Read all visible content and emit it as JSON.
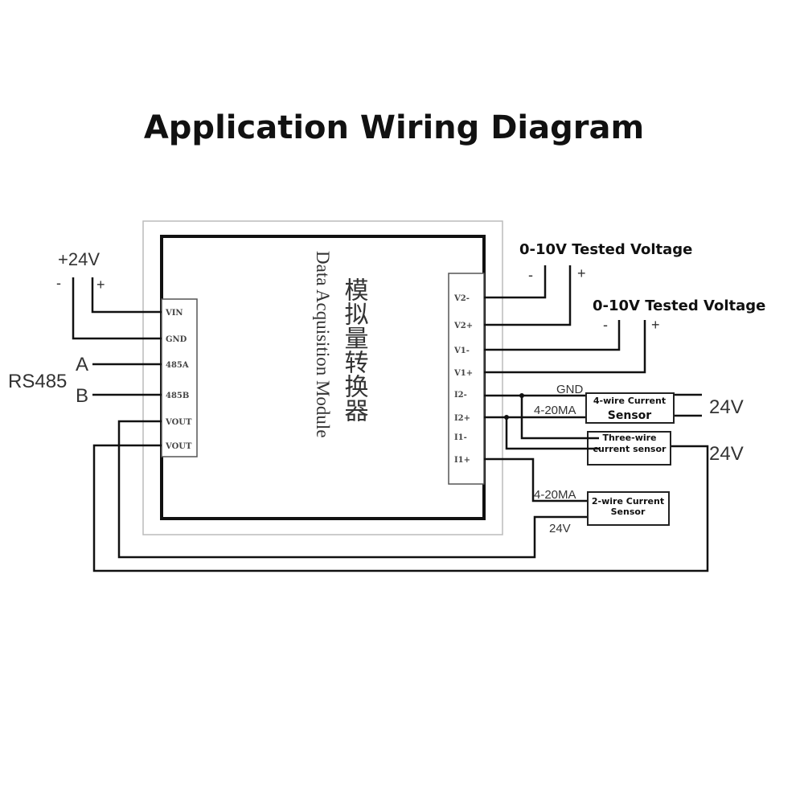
{
  "title": "Application Wiring Diagram",
  "module": {
    "name_cn": "模拟量转换器",
    "name_en": "Data Acquisition Module"
  },
  "left_pins": [
    "VIN",
    "GND",
    "485A",
    "485B",
    "VOUT",
    "VOUT"
  ],
  "right_pins": [
    "V2-",
    "V2+",
    "V1-",
    "V1+",
    "I2-",
    "I2+",
    "I1-",
    "I1+"
  ],
  "power": {
    "label": "+24V",
    "minus": "-",
    "plus": "+"
  },
  "rs485": {
    "label": "RS485",
    "a": "A",
    "b": "B"
  },
  "voltage_inputs": [
    {
      "label": "0-10V Tested Voltage",
      "minus": "-",
      "plus": "+"
    },
    {
      "label": "0-10V Tested Voltage",
      "minus": "-",
      "plus": "+"
    }
  ],
  "sensors": {
    "four_wire": {
      "label_line1": "4-wire Current",
      "label_line2": "Sensor",
      "gnd": "GND",
      "signal": "4-20MA",
      "supply": "24V"
    },
    "three_wire": {
      "label_line1": "Three-wire",
      "label_line2": "current sensor",
      "supply": "24V"
    },
    "two_wire": {
      "label_line1": "2-wire Current",
      "label_line2": "Sensor",
      "signal": "4-20MA",
      "supply": "24V"
    }
  }
}
